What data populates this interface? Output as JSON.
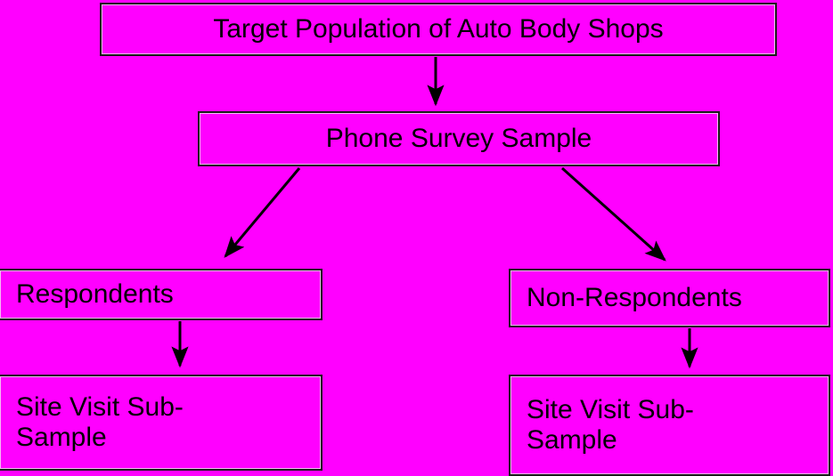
{
  "diagram": {
    "title": "Sampling flow diagram for auto body shop survey",
    "background_color": "#ff00ff",
    "box_fill_color": "#ff00ff",
    "box_border_color": "#1a1a1a",
    "box_highlight_color": "#f6b9f6",
    "arrow_color": "#000000",
    "nodes": [
      {
        "id": "target",
        "label": "Target Population of Auto Body Shops"
      },
      {
        "id": "phone",
        "label": "Phone Survey Sample"
      },
      {
        "id": "respondents",
        "label": "Respondents"
      },
      {
        "id": "nonrespondents",
        "label": "Non-Respondents"
      },
      {
        "id": "svs_left",
        "label": "Site Visit Sub-\nSample"
      },
      {
        "id": "svs_right",
        "label": "Site Visit Sub-\nSample"
      }
    ],
    "edges": [
      {
        "id": "target-to-phone",
        "from": "target",
        "to": "phone",
        "style": "straight-down"
      },
      {
        "id": "phone-to-respondents",
        "from": "phone",
        "to": "respondents",
        "style": "diagonal-left"
      },
      {
        "id": "phone-to-nonrespondents",
        "from": "phone",
        "to": "nonrespondents",
        "style": "diagonal-right"
      },
      {
        "id": "respondents-to-svs-left",
        "from": "respondents",
        "to": "svs_left",
        "style": "straight-down"
      },
      {
        "id": "nonrespondents-to-svs-right",
        "from": "nonrespondents",
        "to": "svs_right",
        "style": "straight-down"
      }
    ]
  }
}
